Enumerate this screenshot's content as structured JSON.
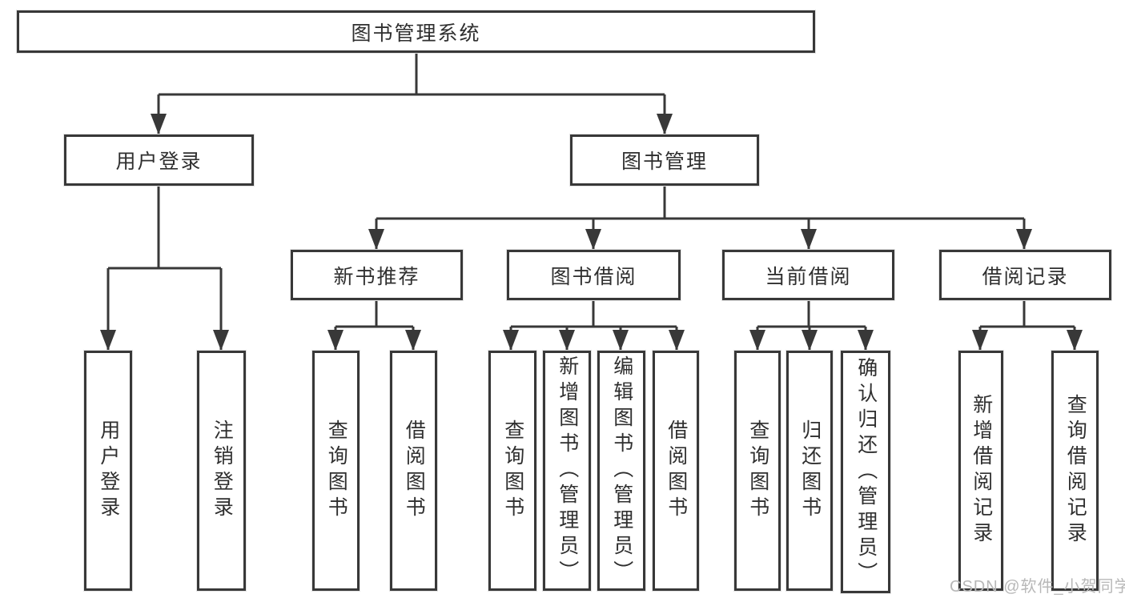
{
  "tree": {
    "label": "图书管理系统",
    "children": [
      {
        "label": "用户登录",
        "children": [
          {
            "label": "用户登录"
          },
          {
            "label": "注销登录"
          }
        ]
      },
      {
        "label": "图书管理",
        "children": [
          {
            "label": "新书推荐",
            "children": [
              {
                "label": "查询图书"
              },
              {
                "label": "借阅图书"
              }
            ]
          },
          {
            "label": "图书借阅",
            "children": [
              {
                "label": "查询图书"
              },
              {
                "label": "新增图书（管理员）"
              },
              {
                "label": "编辑图书（管理员）"
              },
              {
                "label": "借阅图书"
              }
            ]
          },
          {
            "label": "当前借阅",
            "children": [
              {
                "label": "查询图书"
              },
              {
                "label": "归还图书"
              },
              {
                "label": "确认归还（管理员）"
              }
            ]
          },
          {
            "label": "借阅记录",
            "children": [
              {
                "label": "新增借阅记录"
              },
              {
                "label": "查询借阅记录"
              }
            ]
          }
        ]
      }
    ]
  },
  "watermark": {
    "text": "CSDN @软件_小贺同学"
  },
  "colors": {
    "line": "#383838",
    "box_border": "#383838",
    "box_background": "#ffffff",
    "text": "#2f2f2f",
    "watermark": "#b8b8b8",
    "page_background": "#ffffff"
  }
}
